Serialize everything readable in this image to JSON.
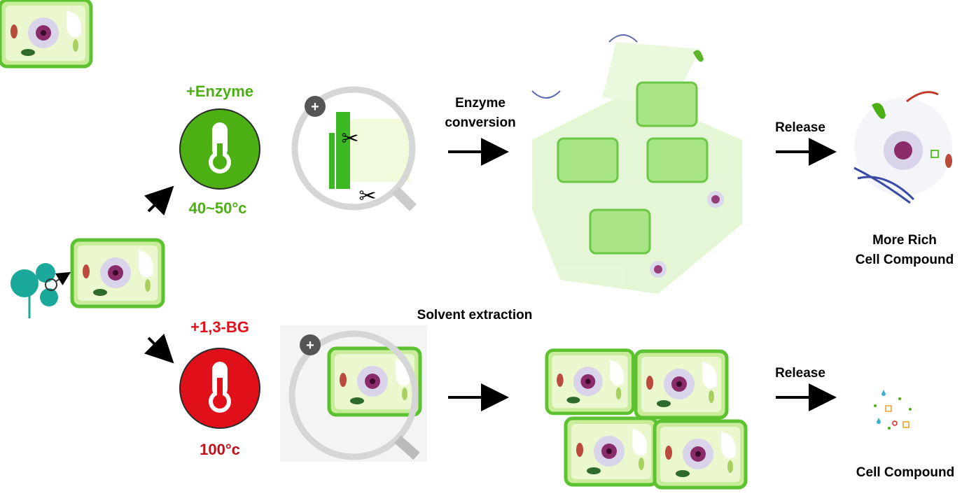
{
  "top_path": {
    "additive": "+Enzyme",
    "temperature": "40~50°c",
    "process_line1": "Enzyme",
    "process_line2": "conversion",
    "release": "Release",
    "result_line1": "More Rich",
    "result_line2": "Cell Compound",
    "color": "#4caf14"
  },
  "bottom_path": {
    "additive": "+1,3-BG",
    "temperature": "100°c",
    "process": "Solvent extraction",
    "release": "Release",
    "result": "Cell Compound",
    "color": "#e0101a"
  }
}
